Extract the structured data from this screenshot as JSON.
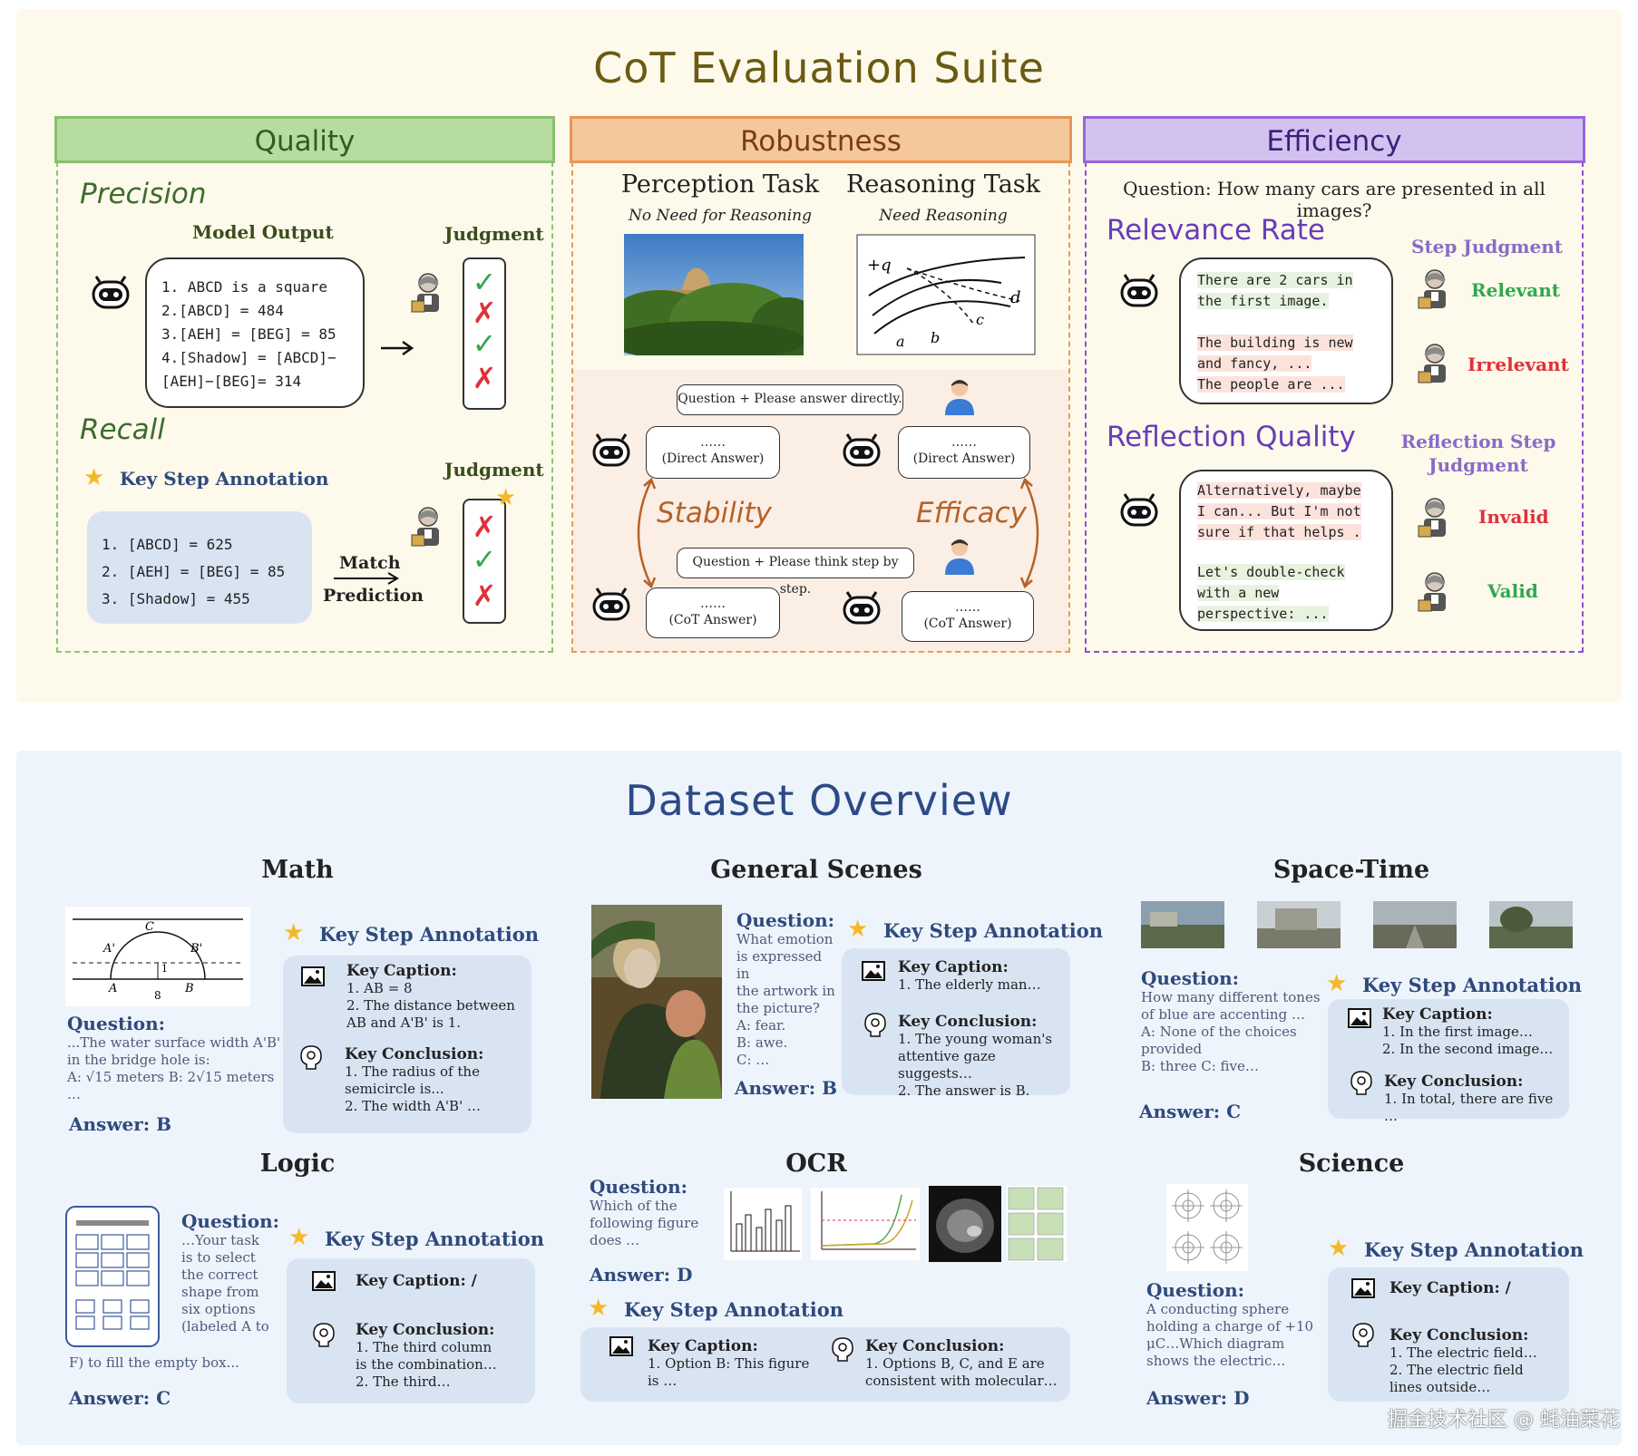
{
  "suite": {
    "title": "CoT Evaluation Suite",
    "quality": {
      "header": "Quality",
      "precision": "Precision",
      "model_output_label": "Model Output",
      "judgment_label": "Judgment",
      "output_lines": [
        "1. ABCD is a square",
        "2.[ABCD] = 484",
        "3.[AEH] = [BEG] = 85",
        "4.[Shadow] = [ABCD]−",
        "[AEH]−[BEG]= 314"
      ],
      "precision_marks": [
        "✓",
        "✗",
        "✓",
        "✗"
      ],
      "recall": "Recall",
      "key_step_annotation": "Key Step Annotation",
      "recall_judgment_label": "Judgment",
      "annotation_lines": [
        "1. [ABCD] = 625",
        "2. [AEH] = [BEG] = 85",
        "3. [Shadow] = 455"
      ],
      "match": "Match",
      "prediction": "Prediction",
      "recall_marks": [
        "✗",
        "✓",
        "✗"
      ]
    },
    "robustness": {
      "header": "Robustness",
      "perception_task": "Perception Task",
      "perception_sub": "No Need for Reasoning",
      "reasoning_task": "Reasoning Task",
      "reasoning_sub": "Need Reasoning",
      "q_direct": "Question + Please answer directly.",
      "q_cot": "Question + Please think step by step.",
      "ellipsis": "……",
      "direct_answer": "(Direct Answer)",
      "cot_answer": "(CoT Answer)",
      "stability": "Stability",
      "efficacy": "Efficacy"
    },
    "efficiency": {
      "header": "Efficiency",
      "question": "Question: How many cars are presented in all images?",
      "relevance_rate": "Relevance Rate",
      "step_judgment": "Step Judgment",
      "relevance_lines_a": [
        "There are 2 cars in",
        "the first image."
      ],
      "relevance_lines_b": [
        "The building is new",
        "and fancy, ...",
        "The people are ..."
      ],
      "relevant": "Relevant",
      "irrelevant": "Irrelevant",
      "reflection_quality": "Reflection Quality",
      "reflection_step_judgment": [
        "Reflection Step",
        "Judgment"
      ],
      "reflection_lines_a": [
        "Alternatively, maybe",
        "I can... But I'm not",
        "sure if that helps ."
      ],
      "reflection_lines_b": [
        "Let's double-check",
        "with a new",
        "perspective: ..."
      ],
      "invalid": "Invalid",
      "valid": "Valid"
    }
  },
  "overview": {
    "title": "Dataset Overview",
    "ksa": "Key Step Annotation",
    "math": {
      "name": "Math",
      "question_label": "Question:",
      "question": [
        "...The water surface width A'B'",
        "in the bridge hole is:",
        "A: √15 meters   B: 2√15 meters",
        "…"
      ],
      "answer": "Answer: B",
      "caption_label": "Key Caption:",
      "caption": [
        "1. AB = 8",
        "2. The distance between",
        "AB and A'B' is 1."
      ],
      "conclusion_label": "Key Conclusion:",
      "conclusion": [
        "1. The radius of the",
        "semicircle is...",
        "2. The width A'B' …"
      ],
      "fig_labels": [
        "C",
        "A'",
        "B'",
        "A",
        "B",
        "8",
        "1"
      ]
    },
    "general": {
      "name": "General Scenes",
      "question_label": "Question:",
      "question": [
        "What emotion",
        "is expressed in",
        "the artwork in",
        "the picture?",
        "A: fear.",
        "B: awe.",
        "C: …"
      ],
      "answer": "Answer: B",
      "caption_label": "Key Caption:",
      "caption": [
        "1. The elderly man…"
      ],
      "conclusion_label": "Key Conclusion:",
      "conclusion": [
        "1. The young woman's",
        "attentive gaze suggests…",
        "2. The answer is B."
      ]
    },
    "spacetime": {
      "name": "Space-Time",
      "question_label": "Question:",
      "question": [
        "How many different tones",
        "of blue are accenting …",
        "A: None of the choices",
        "provided",
        "B: three C: five…"
      ],
      "answer": "Answer: C",
      "caption_label": "Key Caption:",
      "caption": [
        "1. In the first image…",
        "2. In the second image…"
      ],
      "conclusion_label": "Key Conclusion:",
      "conclusion": [
        "1. In total, there are five …"
      ]
    },
    "logic": {
      "name": "Logic",
      "question_label": "Question:",
      "question": [
        "…Your task",
        "is to select",
        "the correct",
        "shape from",
        "six options",
        "(labeled A to"
      ],
      "question_tail": "F) to fill the empty box...",
      "answer": "Answer: C",
      "caption_label": "Key Caption: /",
      "conclusion_label": "Key Conclusion:",
      "conclusion": [
        "1. The third column",
        "is the combination…",
        "2. The third…"
      ]
    },
    "ocr": {
      "name": "OCR",
      "question_label": "Question:",
      "question": [
        "Which of the",
        "following figure",
        "does …"
      ],
      "answer": "Answer: D",
      "caption_label": "Key Caption:",
      "caption": [
        "1. Option B: This figure",
        "is …"
      ],
      "conclusion_label": "Key Conclusion:",
      "conclusion": [
        "1. Options B, C, and E are",
        "consistent with molecular…"
      ]
    },
    "science": {
      "name": "Science",
      "question_label": "Question:",
      "question": [
        "A conducting sphere",
        "holding a charge of +10",
        "μC…Which diagram",
        "shows the electric…"
      ],
      "answer": "Answer: D",
      "caption_label": "Key Caption: /",
      "conclusion_label": "Key Conclusion:",
      "conclusion": [
        "1. The electric field…",
        "2. The electric field",
        "lines outside…"
      ]
    }
  },
  "watermark": "掘金技术社区 @ 蚝油菜花",
  "colors": {
    "quality": "#b6dca0",
    "robustness": "#f5c79d",
    "efficiency": "#d3c2ef",
    "suite_bg": "#fdfaeb",
    "overview_bg": "#eef4fb",
    "ok": "#2fa84f",
    "bad": "#e0303a"
  }
}
